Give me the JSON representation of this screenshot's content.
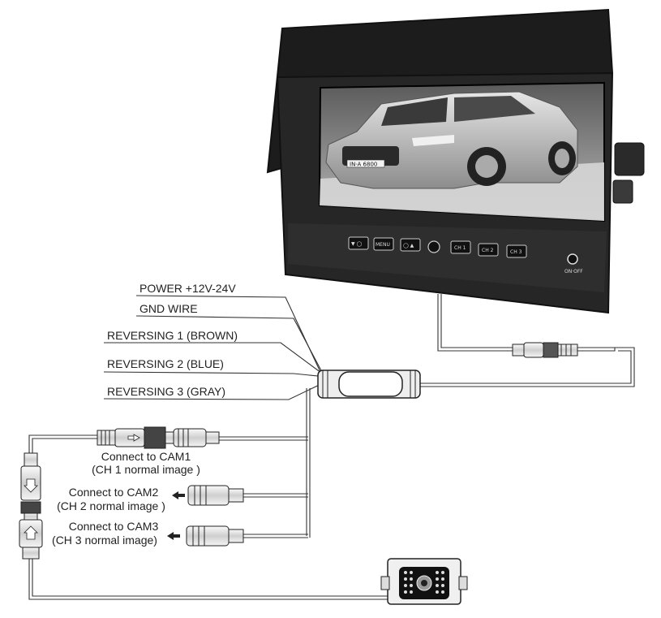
{
  "monitor": {
    "buttons": [
      "▼ ◯",
      "MENU",
      "◯ ▲",
      "",
      "CH 1",
      "CH 2",
      "CH 3"
    ],
    "plate": "IN·A 6800",
    "power_label": "ON·OFF"
  },
  "wire_labels": {
    "power": "POWER +12V-24V",
    "gnd": "GND WIRE",
    "rev1": "REVERSING 1   (BROWN)",
    "rev2": "REVERSING 2   (BLUE)",
    "rev3": "REVERSING 3   (GRAY)"
  },
  "cam1": {
    "line1": "Connect to CAM1",
    "line2": "(CH 1  normal image )"
  },
  "cam2": {
    "line1": "Connect to CAM2",
    "line2": "(CH 2  normal image )"
  },
  "cam3": {
    "line1": "Connect to CAM3",
    "line2": "(CH 3  normal image)"
  },
  "colors": {
    "ink": "#222222",
    "screen_dark": "#1a1a1a",
    "screen_sky": "#8a8a8a"
  }
}
